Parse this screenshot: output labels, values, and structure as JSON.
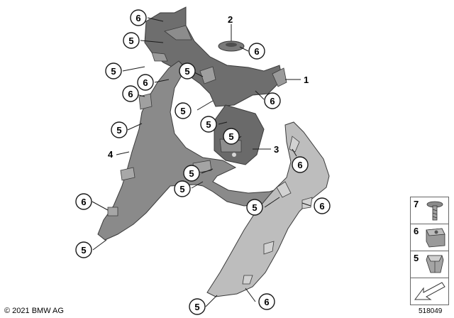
{
  "callouts": [
    {
      "label": "6"
    },
    {
      "label": "5"
    },
    {
      "label": "5"
    },
    {
      "label": "6"
    },
    {
      "label": "5"
    },
    {
      "label": "6"
    },
    {
      "label": "6"
    },
    {
      "label": "5"
    },
    {
      "label": "5"
    },
    {
      "label": "5"
    },
    {
      "label": "6"
    },
    {
      "label": "5"
    },
    {
      "label": "6"
    },
    {
      "label": "5"
    },
    {
      "label": "5"
    },
    {
      "label": "5"
    },
    {
      "label": "6"
    },
    {
      "label": "6"
    },
    {
      "label": "5"
    },
    {
      "label": "6"
    },
    {
      "label": "5"
    },
    {
      "label": "6"
    }
  ],
  "part_labels": [
    {
      "label": "1"
    },
    {
      "label": "2"
    },
    {
      "label": "3"
    },
    {
      "label": "4"
    }
  ],
  "legend": {
    "items": [
      {
        "number": "7",
        "icon": "screw-icon"
      },
      {
        "number": "6",
        "icon": "nut-clip-icon"
      },
      {
        "number": "5",
        "icon": "spring-clip-icon"
      }
    ],
    "arrow_icon": "direction-arrow-icon"
  },
  "footer": {
    "copyright": "© 2021 BMW AG",
    "diagram_id": "518049"
  },
  "colors": {
    "dark_part": "#6e6e6e",
    "mid_part": "#8c8c8c",
    "light_part": "#bdbdbd",
    "outline": "#3a3a3a"
  }
}
